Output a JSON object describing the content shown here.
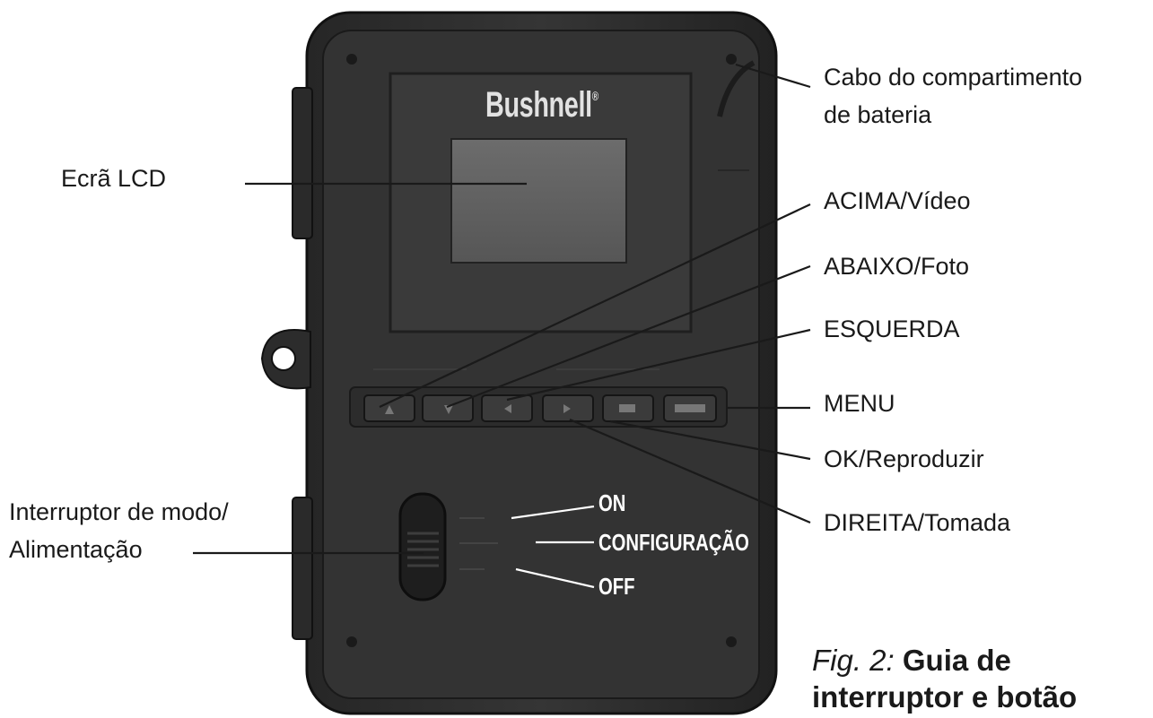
{
  "device": {
    "brand": "Bushnell",
    "brand_mark": "®"
  },
  "labels": {
    "battery_latch": [
      "Cabo do compartimento",
      "de bateria"
    ],
    "lcd": "Ecrã LCD",
    "up_video": "ACIMA/Vídeo",
    "down_photo": "ABAIXO/Foto",
    "left": "ESQUERDA",
    "menu": "MENU",
    "ok_play": "OK/Reproduzir",
    "right_shot": "DIREITA/Tomada",
    "mode_switch": [
      "Interruptor de modo/",
      "Alimentação"
    ]
  },
  "switch_positions": {
    "on": "ON",
    "setup": "CONFIGURAÇÃO",
    "off": "OFF"
  },
  "caption": {
    "fig": "Fig. 2:",
    "title_line1": "Guia de",
    "title_line2": "interruptor e botão"
  },
  "colors": {
    "housing": "#2b2b2b",
    "screen_frame": "#3a3a3a",
    "lcd": "#5f5f5f",
    "leader_line": "#1a1a1a"
  }
}
